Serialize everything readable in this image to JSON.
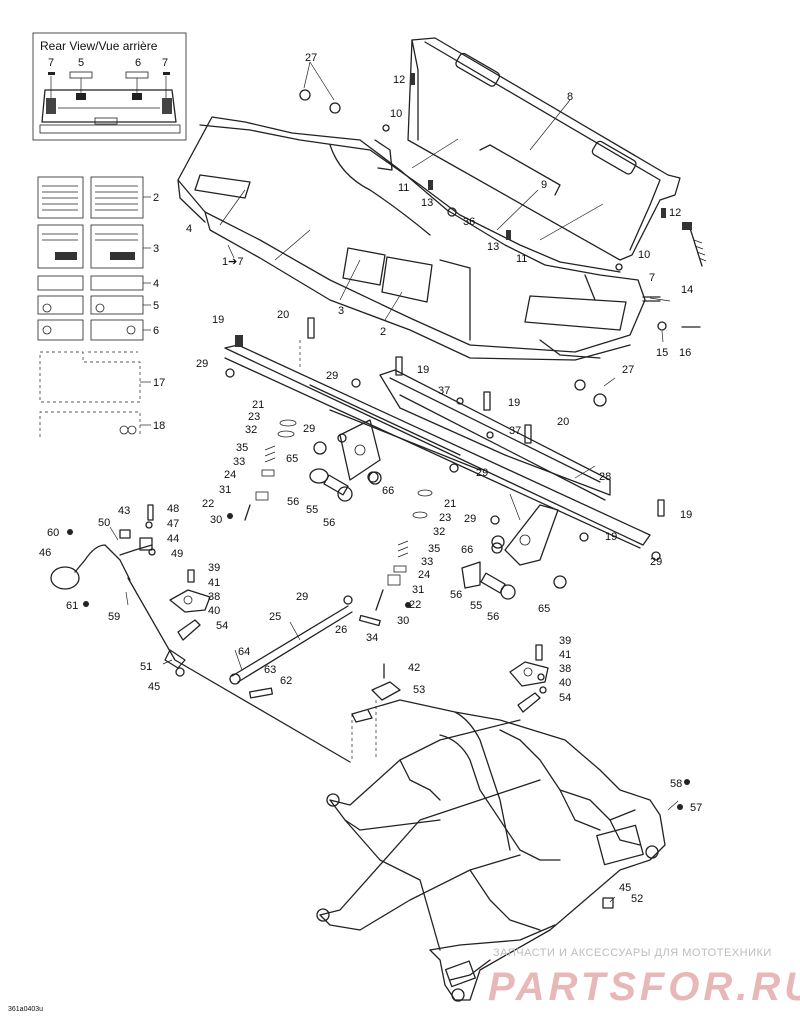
{
  "inset": {
    "title": "Rear View/Vue arrière",
    "labels": [
      "7",
      "5",
      "6",
      "7"
    ]
  },
  "callouts": [
    "27",
    "12",
    "8",
    "10",
    "11",
    "9",
    "13",
    "36",
    "13",
    "11",
    "10",
    "12",
    "14",
    "7",
    "15",
    "16",
    "4",
    "1➔7",
    "3",
    "2",
    "20",
    "19",
    "29",
    "29",
    "19",
    "37",
    "19",
    "37",
    "20",
    "21",
    "23",
    "32",
    "29",
    "35",
    "33",
    "65",
    "24",
    "29",
    "66",
    "28",
    "31",
    "56",
    "55",
    "56",
    "21",
    "19",
    "22",
    "30",
    "29",
    "23",
    "32",
    "19",
    "48",
    "43",
    "47",
    "50",
    "44",
    "49",
    "60",
    "46",
    "35",
    "33",
    "24",
    "66",
    "29",
    "31",
    "61",
    "59",
    "39",
    "41",
    "38",
    "40",
    "54",
    "22",
    "30",
    "56",
    "55",
    "56",
    "65",
    "29",
    "25",
    "26",
    "34",
    "42",
    "53",
    "39",
    "41",
    "38",
    "40",
    "54",
    "64",
    "63",
    "62",
    "51",
    "45",
    "58",
    "57",
    "45",
    "52",
    "27",
    "2",
    "3",
    "4",
    "5",
    "6",
    "17",
    "18"
  ],
  "footer_code": "361a0403u",
  "watermark": {
    "top": "ЗАПЧАСТИ И АКСЕССУАРЫ ДЛЯ МОТОТЕХНИКИ",
    "brand": "PARTSFOR.RU"
  },
  "colors": {
    "ink": "#222222",
    "watermark": "#e8b8b8"
  }
}
